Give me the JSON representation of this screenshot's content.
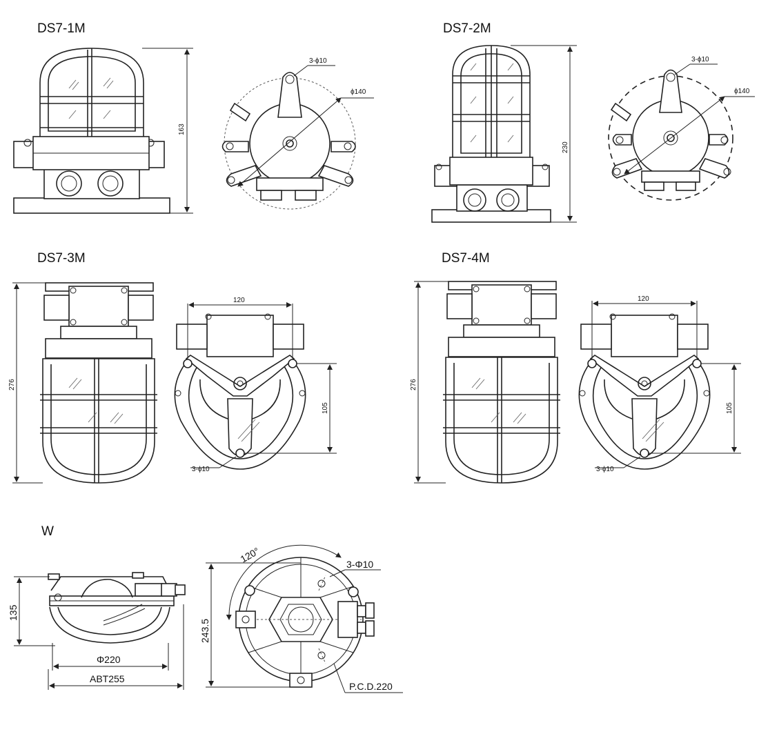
{
  "titles": {
    "ds7_1m": "DS7-1M",
    "ds7_2m": "DS7-2M",
    "ds7_3m": "DS7-3M",
    "ds7_4m": "DS7-4M",
    "w": "W"
  },
  "dims": {
    "d1_height": "163",
    "d1_hole": "3-ϕ10",
    "d1_dia": "ϕ140",
    "d2_height": "230",
    "d2_hole": "3-ϕ10",
    "d2_dia": "ϕ140",
    "d3_height": "276",
    "d3_width": "120",
    "d3_vert": "105",
    "d3_hole": "3-ϕ10",
    "d4_height": "276",
    "d4_width": "120",
    "d4_vert": "105",
    "d4_hole": "3-ϕ10",
    "w_height": "135",
    "w_dia": "Φ220",
    "w_abt": "ABT255",
    "w_angle": "120°",
    "w_hole": "3-Φ10",
    "w_height2": "243.5",
    "w_pcd": "P.C.D.220"
  }
}
